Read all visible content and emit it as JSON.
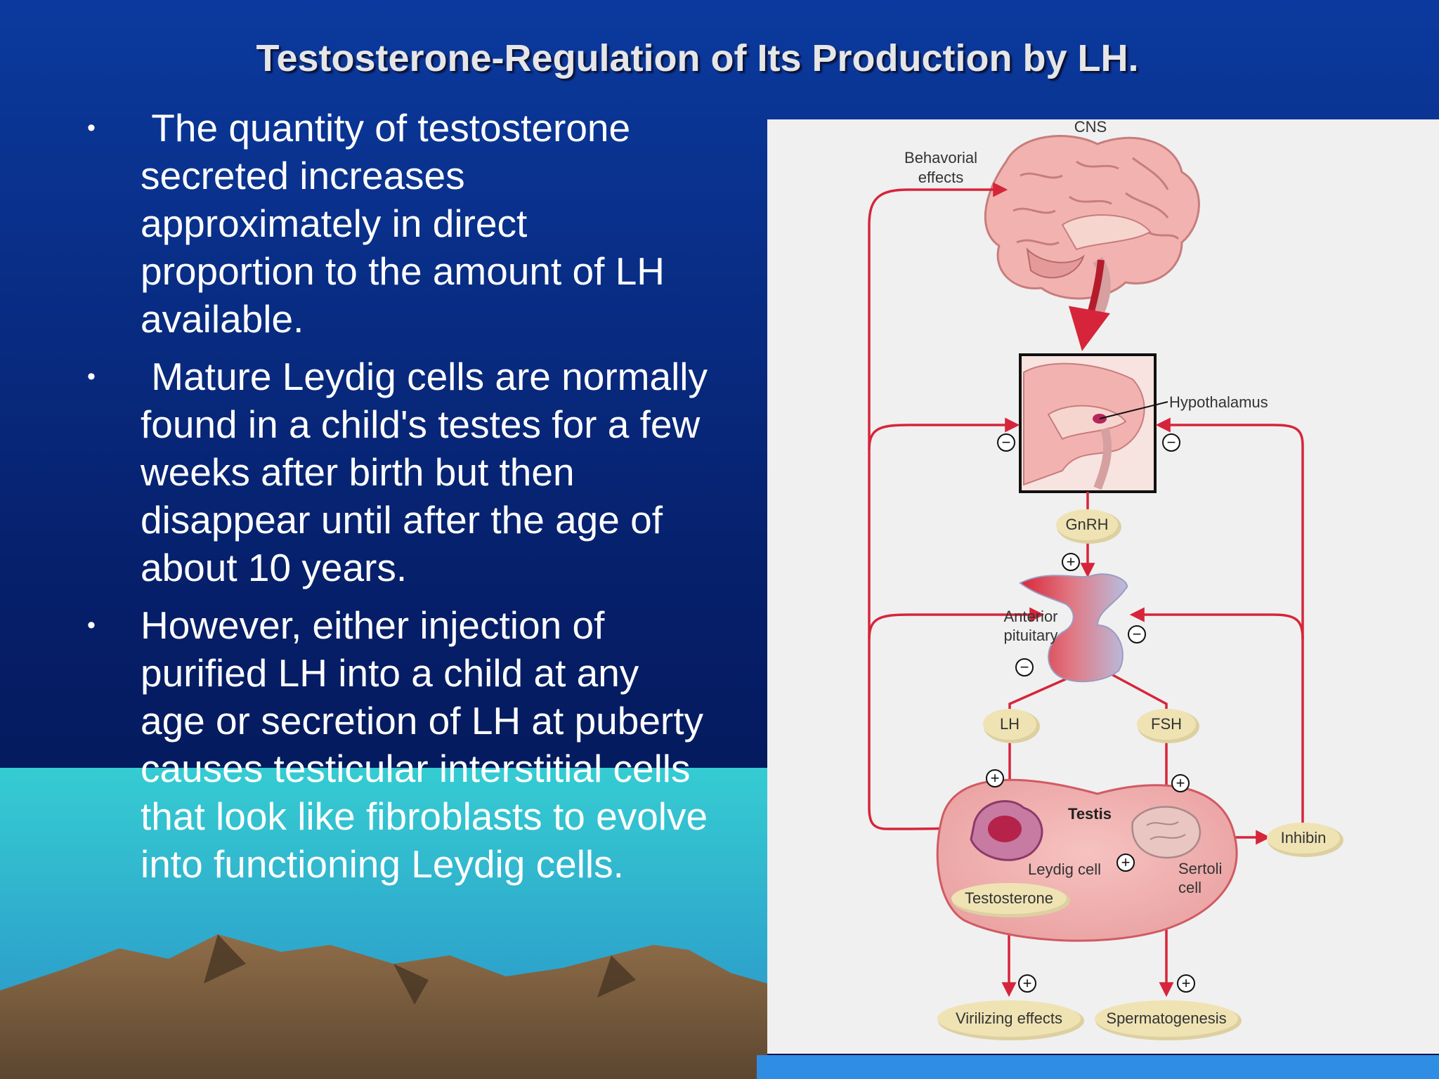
{
  "slide": {
    "title": "Testosterone-Regulation of Its Production by LH.",
    "bullets": [
      " The quantity of testosterone secreted increases approximately in direct proportion to the amount of LH available.",
      " Mature Leydig cells are normally found in a child's testes for a few weeks after birth but then disappear until after the age of about 10 years.",
      "However, either injection of purified LH into a child at any age or secretion of LH at puberty causes testicular interstitial cells that look like fibroblasts to evolve into functioning Leydig cells."
    ]
  },
  "diagram": {
    "labels": {
      "cns": "CNS",
      "behavioral_1": "Behavorial",
      "behavioral_2": "effects",
      "hypothalamus": "Hypothalamus",
      "gnrh": "GnRH",
      "anterior_1": "Anterior",
      "anterior_2": "pituitary",
      "lh": "LH",
      "fsh": "FSH",
      "testis": "Testis",
      "leydig": "Leydig cell",
      "sertoli_1": "Sertoli",
      "sertoli_2": "cell",
      "testosterone": "Testosterone",
      "inhibin": "Inhibin",
      "virilizing": "Virilizing effects",
      "spermatogenesis": "Spermatogenesis"
    },
    "signs": {
      "plus": "+",
      "minus": "−"
    }
  },
  "colors": {
    "sky_top": "#0b3a9e",
    "sky_bottom": "#02134a",
    "sea": "#34c6cf",
    "mountain": "#8a6a48",
    "panel": "#f0f0f0",
    "arrow_red": "#d6253a",
    "pill": "#efe3b4"
  }
}
